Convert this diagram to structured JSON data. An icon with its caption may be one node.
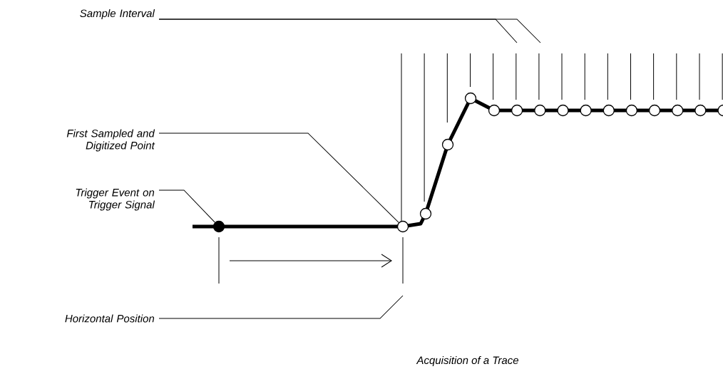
{
  "diagram": {
    "caption": "Acquisition of a Trace",
    "nodes": [
      {
        "text": [
          "Sample Interval"
        ]
      },
      {
        "text": [
          "First Sampled and Digitized Point"
        ]
      },
      {
        "text": [
          "Trigger Event on Trigger Signal"
        ]
      },
      {
        "text": [
          "Horizontal Position"
        ]
      },
      {
        "text": [],
        "shape": "circle"
      },
      {
        "text": [],
        "shape": "circle"
      }
    ],
    "edges": [
      {
        "from": 0,
        "to": null,
        "arrow": "none"
      },
      {
        "from": 0,
        "to": null,
        "arrow": "none"
      },
      {
        "from": 1,
        "to": 5,
        "arrow": "none"
      },
      {
        "from": 2,
        "to": 4,
        "arrow": "none"
      },
      {
        "from": 3,
        "to": null,
        "arrow": "none"
      }
    ]
  }
}
